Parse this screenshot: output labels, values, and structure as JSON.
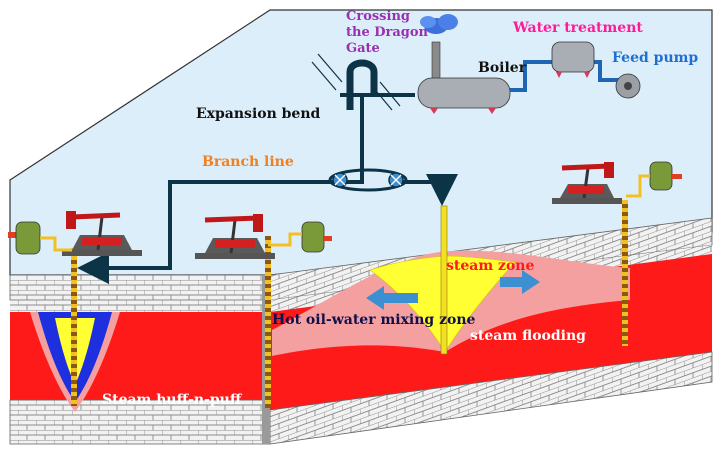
{
  "labels": {
    "crossing_gate": [
      "Crossing",
      "the Dragon",
      "Gate"
    ],
    "water_treatment": "Water treatment",
    "boiler": "Boiler",
    "feed_pump": "Feed pump",
    "expansion_bend": "Expansion bend",
    "branch_line": "Branch line",
    "steam_zone": "steam zone",
    "hot_oil_water": "Hot oil-water mixing zone",
    "steam_flooding": "steam flooding",
    "steam_huff": "Steam huff-n-puff"
  },
  "colors": {
    "sky": "#dceefa",
    "brick_face": "#f2f2f2",
    "brick_line": "#8c8c8c",
    "reservoir": "#ff1a1a",
    "mixing_zone": "#f4a0a0",
    "steam": "#ffff33",
    "blue_zone": "#1e2fe0",
    "pipe": "#0d3347",
    "arrow": "#3c8fd0",
    "label_purple": "#9a2fb0",
    "label_magenta": "#ff1a9a",
    "label_blue": "#1f6fd0",
    "label_orange": "#f08020",
    "label_dark": "#111111",
    "label_white": "#ffffff",
    "label_navy": "#10104a"
  }
}
